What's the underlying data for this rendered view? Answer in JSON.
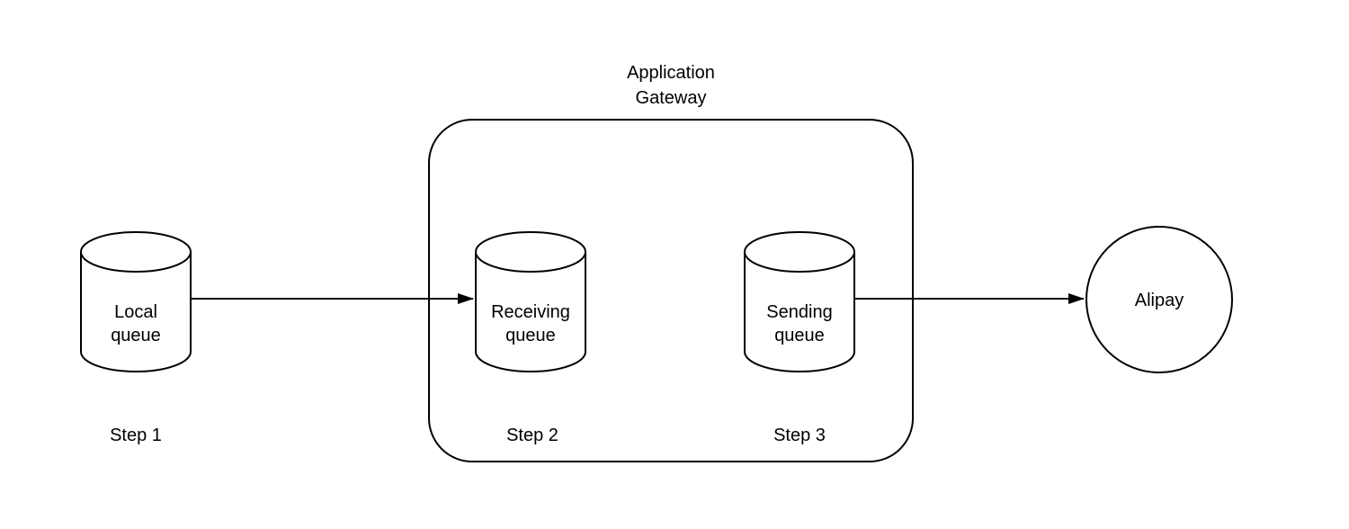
{
  "diagram": {
    "background_color": "#ffffff",
    "stroke_color": "#000000",
    "shape_fill_color": "#ffffff",
    "gateway": {
      "title": "Application\nGateway",
      "shape": "rounded-rectangle"
    },
    "nodes": {
      "local_queue": {
        "label": "Local\nqueue",
        "shape": "cylinder",
        "step_label": "Step 1"
      },
      "receiving_queue": {
        "label": "Receiving\nqueue",
        "shape": "cylinder",
        "step_label": "Step 2",
        "inside": "Application Gateway"
      },
      "sending_queue": {
        "label": "Sending\nqueue",
        "shape": "cylinder",
        "step_label": "Step 3",
        "inside": "Application Gateway"
      },
      "alipay": {
        "label": "Alipay",
        "shape": "circle"
      }
    },
    "connections": [
      {
        "from": "local_queue",
        "to": "receiving_queue",
        "style": "arrow"
      },
      {
        "from": "sending_queue",
        "to": "alipay",
        "style": "arrow"
      }
    ]
  }
}
